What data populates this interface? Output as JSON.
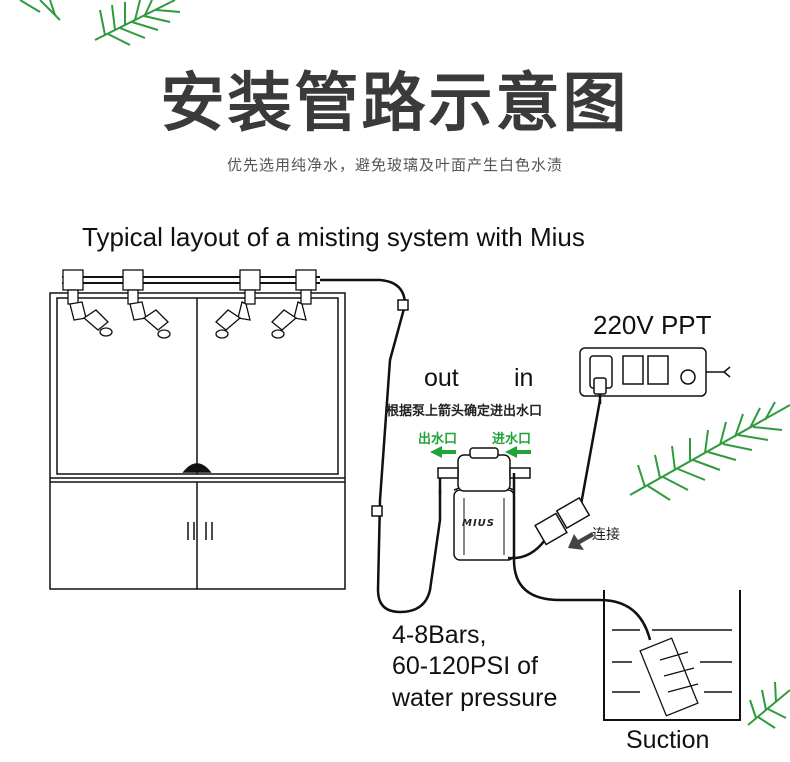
{
  "header": {
    "title": "安装管路示意图",
    "subtitle": "优先选用纯净水，避免玻璃及叶面产生白色水渍"
  },
  "diagram": {
    "caption": "Typical layout of a misting system with Mius",
    "power_label": "220V PPT",
    "pump": {
      "out_label": "out",
      "in_label": "in",
      "arrow_note": "根据泵上箭头确定进出水口",
      "outlet_cn": "出水口",
      "inlet_cn": "进水口",
      "brand": "MIUS"
    },
    "connect_label": "连接",
    "pressure": {
      "line1": "4-8Bars,",
      "line2": "60-120PSI of",
      "line3": "water pressure"
    },
    "suction_label": "Suction"
  },
  "colors": {
    "line": "#111111",
    "accent_green": "#22a33a",
    "leaf_green": "#2f9a3e"
  }
}
